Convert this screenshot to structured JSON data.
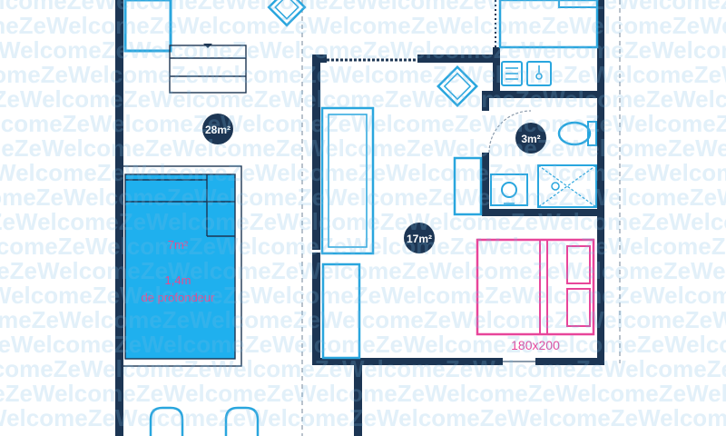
{
  "plan": {
    "watermark": "WelcomeZe",
    "rooms": {
      "terrace_area": "28m²",
      "bathroom_area": "3m²",
      "main_area": "17m²"
    },
    "pool": {
      "area": "7m²",
      "depth": "1,4m",
      "depth_note": "de profondeur"
    },
    "bed": {
      "size": "180x200"
    }
  },
  "colors": {
    "wall": "#1c3553",
    "furniture": "#29a6de",
    "pool_fill": "#1fb0ee",
    "pool_text": "#e84a8e",
    "bed": "#e8459a",
    "badge": "#1c3553",
    "watermark": "#7dbce4"
  }
}
